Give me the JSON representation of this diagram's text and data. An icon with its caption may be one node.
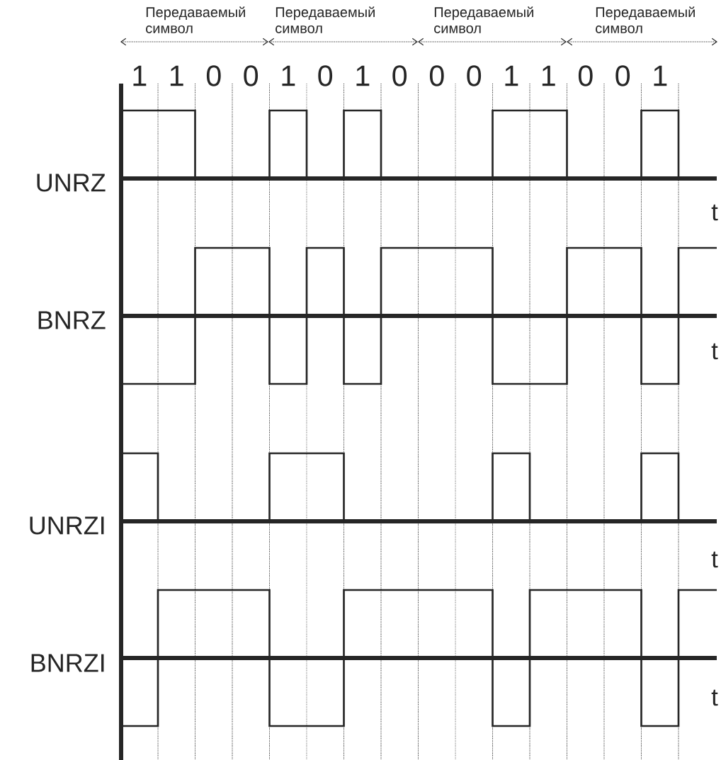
{
  "diagram": {
    "labels": [
      "Передаваемый символ",
      "Передаваемый символ",
      "Передаваемый символ",
      "Передаваемый символ",
      "1",
      "1",
      "0",
      "0",
      "1",
      "0",
      "1",
      "0",
      "0",
      "0",
      "1",
      "1",
      "0",
      "0",
      "1",
      "UNRZ",
      "t",
      "BNRZ",
      "t",
      "UNRZI",
      "t",
      "BNRZI",
      "t"
    ]
  }
}
